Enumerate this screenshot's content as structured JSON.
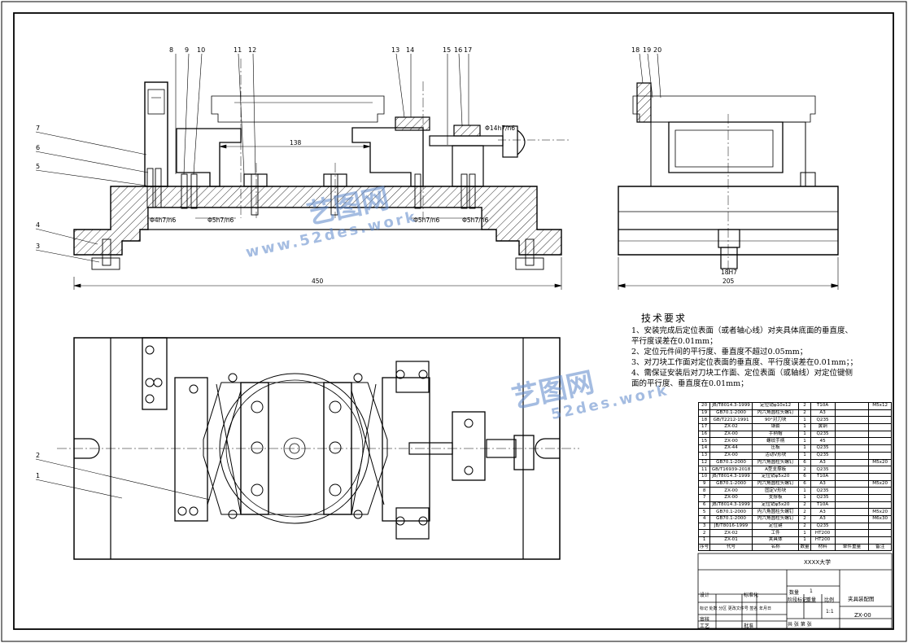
{
  "balloons_front": [
    "8",
    "9",
    "10",
    "11",
    "12",
    "13",
    "14",
    "15",
    "16",
    "17"
  ],
  "balloons_side": [
    "18",
    "19",
    "20"
  ],
  "balloons_left": [
    "7",
    "6",
    "5",
    "4",
    "3"
  ],
  "balloons_plan": [
    "2",
    "1"
  ],
  "dims": {
    "d138": "138",
    "d450": "450",
    "d205": "205",
    "fit_a": "Φ4h7/n6",
    "fit_b": "Φ5h7/n6",
    "fit_c": "Φ5h7/n6",
    "fit_d": "Φ5h7/n6",
    "fit_e": "Φ14h7/n6",
    "fit_f": "18H7"
  },
  "requirements": {
    "title": "技术要求",
    "lines": [
      "1、安装完成后定位表面（或者轴心线）对夹具体底面的垂直度、",
      "平行度误差在0.01mm；",
      "2、定位元件间的平行度、垂直度不超过0.05mm；",
      "3、对刀块工作面对定位表面的垂直度、平行度误差在0.01mm；；",
      "4、需保证安装后对刀块工作面、定位表面（或轴线）对定位键侧",
      "面的平行度、垂直度在0.01mm；"
    ]
  },
  "bom": [
    [
      "20",
      "JB/T8014.3-1999",
      "定位销φ10x12",
      "2",
      "T10A",
      "",
      "M5x12"
    ],
    [
      "19",
      "GB70.1-2000",
      "内六角圆柱头螺钉",
      "2",
      "A3",
      "",
      ""
    ],
    [
      "18",
      "GB/T2212-1991",
      "90°对刀块",
      "1",
      "Q235",
      "",
      ""
    ],
    [
      "17",
      "ZX-02",
      "钢套",
      "1",
      "黄铜",
      "",
      ""
    ],
    [
      "16",
      "ZX-00",
      "手柄帽",
      "1",
      "Q235",
      "",
      ""
    ],
    [
      "15",
      "ZX-00",
      "螺纹手柄",
      "1",
      "45",
      "",
      ""
    ],
    [
      "14",
      "ZX-44",
      "压板",
      "1",
      "Q235",
      "",
      ""
    ],
    [
      "13",
      "ZX-00",
      "活动V形块",
      "1",
      "Q235",
      "",
      ""
    ],
    [
      "12",
      "GB70.1-2000",
      "内六角圆柱头螺钉",
      "6",
      "A3",
      "",
      "M5x20"
    ],
    [
      "11",
      "GB/T16939-2018",
      "A型支撑板",
      "2",
      "Q235",
      "",
      ""
    ],
    [
      "10",
      "JB/T8014.3-1999",
      "定位销φ5x20",
      "6",
      "T10A",
      "",
      ""
    ],
    [
      "9",
      "GB70.1-2000",
      "内六角圆柱头螺钉",
      "6",
      "A3",
      "",
      "M5x20"
    ],
    [
      "8",
      "ZX-00",
      "固定V形块",
      "1",
      "Q235",
      "",
      ""
    ],
    [
      "7",
      "ZX-00",
      "支撑板",
      "1",
      "Q235",
      "",
      ""
    ],
    [
      "6",
      "JB/T8014.3-1999",
      "定位销φ5x20",
      "2",
      "T10A",
      "",
      ""
    ],
    [
      "5",
      "GB70.1-2000",
      "内六角圆柱头螺钉",
      "2",
      "A3",
      "",
      "M5x20"
    ],
    [
      "4",
      "GB70.1-2000",
      "内六角圆柱头螺钉",
      "2",
      "A3",
      "",
      "M6x30"
    ],
    [
      "3",
      "JB/T8016-1999",
      "定位键",
      "2",
      "Q235",
      "",
      ""
    ],
    [
      "2",
      "ZX-02",
      "工件",
      "1",
      "HT200",
      "",
      ""
    ],
    [
      "1",
      "ZX-01",
      "夹具体",
      "1",
      "HT200",
      "",
      ""
    ]
  ],
  "bom_header": [
    "序号",
    "代号",
    "名称",
    "数量",
    "材料",
    "单件重量",
    "备注"
  ],
  "title_block": {
    "school": "XXXX大学",
    "drawing_name": "夹具装配图",
    "drawing_no": "ZX-00",
    "qty_label": "数量",
    "qty_value": "1",
    "scale_label": "比例",
    "scale_value": "1:1",
    "weight_label": "重量",
    "stage_label": "阶段标记",
    "sheets": "共 张 第 张",
    "designer_label": "设计",
    "std_label": "标准化",
    "check_label": "审核",
    "process_label": "工艺",
    "approve_label": "批准",
    "revision_label": "标记 处数 分区 更改文件号 签名 年月日"
  },
  "watermarks": [
    "艺图网",
    "www.52des.work",
    "艺图网",
    "52des.work"
  ]
}
